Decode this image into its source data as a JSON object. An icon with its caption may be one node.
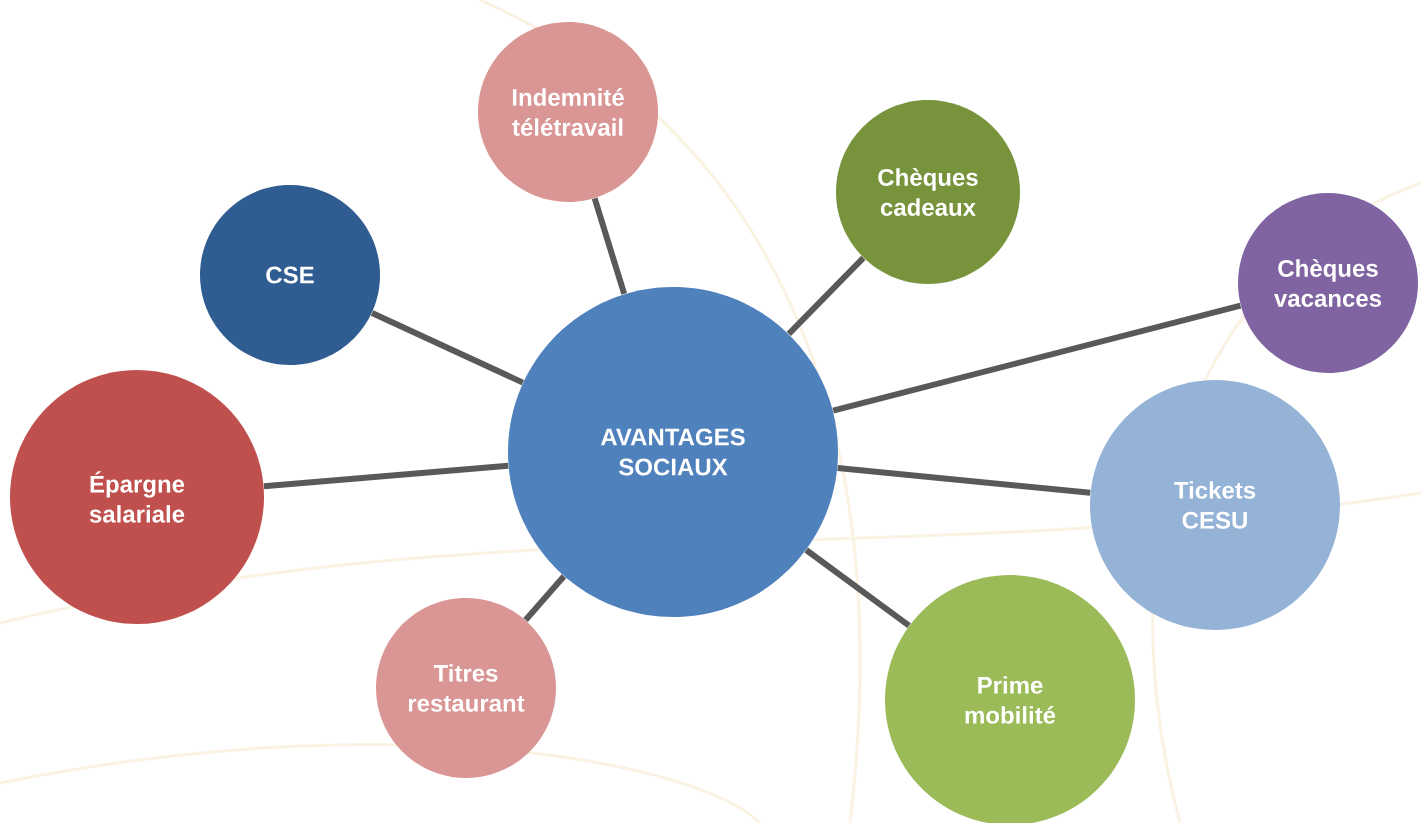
{
  "diagram": {
    "nodes": [
      {
        "text": [
          "AVANTAGES SOCIAUX"
        ]
      },
      {
        "text": [
          "Indemnité télétravail"
        ]
      },
      {
        "text": [
          "Chèques cadeaux"
        ]
      },
      {
        "text": [
          "Chèques vacances"
        ]
      },
      {
        "text": [
          "Tickets CESU"
        ]
      },
      {
        "text": [
          "Prime mobilité"
        ]
      },
      {
        "text": [
          "Titres restaurant"
        ]
      },
      {
        "text": [
          "Épargne salariale"
        ]
      },
      {
        "text": [
          "CSE"
        ]
      }
    ],
    "edges": [
      {
        "from": 0,
        "to": 1,
        "arrow": "none"
      },
      {
        "from": 0,
        "to": 2,
        "arrow": "none"
      },
      {
        "from": 0,
        "to": 3,
        "arrow": "none"
      },
      {
        "from": 0,
        "to": 4,
        "arrow": "none"
      },
      {
        "from": 0,
        "to": 5,
        "arrow": "none"
      },
      {
        "from": 0,
        "to": 6,
        "arrow": "none"
      },
      {
        "from": 0,
        "to": 7,
        "arrow": "none"
      },
      {
        "from": 0,
        "to": 8,
        "arrow": "none"
      }
    ]
  }
}
